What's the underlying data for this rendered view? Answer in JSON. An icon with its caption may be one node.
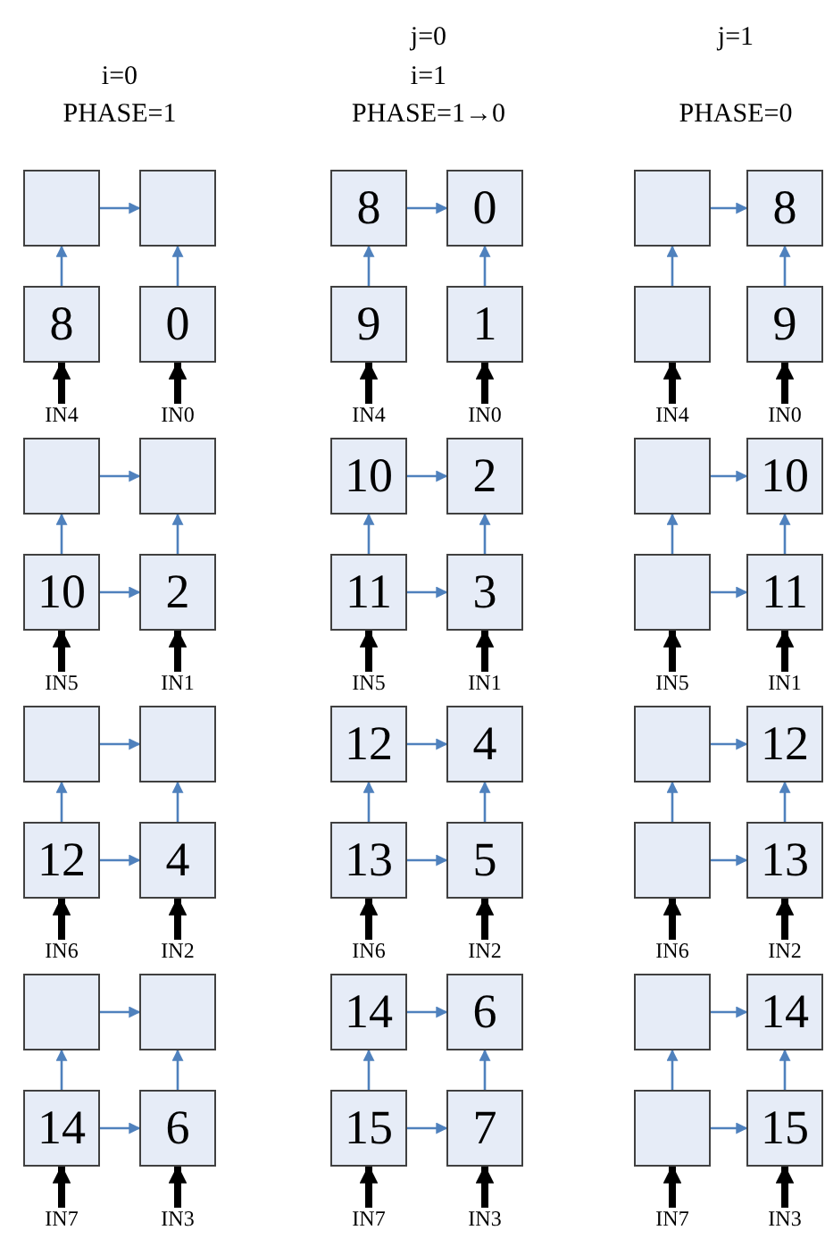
{
  "diagram": {
    "nodes": [
      {
        "text": [],
        "shape": "box"
      },
      {
        "text": [],
        "shape": "box"
      },
      {
        "text": [
          "8"
        ]
      },
      {
        "text": [
          "0"
        ]
      },
      {
        "text": [
          "IN4"
        ]
      },
      {
        "text": [
          "IN0"
        ]
      },
      {
        "text": [],
        "shape": "box"
      },
      {
        "text": [],
        "shape": "box"
      },
      {
        "text": [
          "10"
        ]
      },
      {
        "text": [
          "2"
        ]
      },
      {
        "text": [
          "IN5"
        ]
      },
      {
        "text": [
          "IN1"
        ]
      },
      {
        "text": [],
        "shape": "box"
      },
      {
        "text": [],
        "shape": "box"
      },
      {
        "text": [
          "12"
        ]
      },
      {
        "text": [
          "4"
        ]
      },
      {
        "text": [
          "IN6"
        ]
      },
      {
        "text": [
          "IN2"
        ]
      },
      {
        "text": [],
        "shape": "box"
      },
      {
        "text": [],
        "shape": "box"
      },
      {
        "text": [
          "14"
        ]
      },
      {
        "text": [
          "6"
        ]
      },
      {
        "text": [
          "IN7"
        ]
      },
      {
        "text": [
          "IN3"
        ]
      },
      {
        "text": [
          "8"
        ]
      },
      {
        "text": [
          "0"
        ]
      },
      {
        "text": [
          "9"
        ]
      },
      {
        "text": [
          "1"
        ]
      },
      {
        "text": [
          "IN4"
        ]
      },
      {
        "text": [
          "IN0"
        ]
      },
      {
        "text": [
          "10"
        ]
      },
      {
        "text": [
          "2"
        ]
      },
      {
        "text": [
          "11"
        ]
      },
      {
        "text": [
          "3"
        ]
      },
      {
        "text": [
          "IN5"
        ]
      },
      {
        "text": [
          "IN1"
        ]
      },
      {
        "text": [
          "12"
        ]
      },
      {
        "text": [
          "4"
        ]
      },
      {
        "text": [
          "13"
        ]
      },
      {
        "text": [
          "5"
        ]
      },
      {
        "text": [
          "IN6"
        ]
      },
      {
        "text": [
          "IN2"
        ]
      },
      {
        "text": [
          "14"
        ]
      },
      {
        "text": [
          "6"
        ]
      },
      {
        "text": [
          "15"
        ]
      },
      {
        "text": [
          "7"
        ]
      },
      {
        "text": [
          "IN7"
        ]
      },
      {
        "text": [
          "IN3"
        ]
      },
      {
        "text": [],
        "shape": "box"
      },
      {
        "text": [
          "8"
        ]
      },
      {
        "text": [],
        "shape": "box"
      },
      {
        "text": [
          "9"
        ]
      },
      {
        "text": [
          "IN4"
        ]
      },
      {
        "text": [
          "IN0"
        ]
      },
      {
        "text": [],
        "shape": "box"
      },
      {
        "text": [
          "10"
        ]
      },
      {
        "text": [],
        "shape": "box"
      },
      {
        "text": [
          "11"
        ]
      },
      {
        "text": [
          "IN5"
        ]
      },
      {
        "text": [
          "IN1"
        ]
      },
      {
        "text": [],
        "shape": "box"
      },
      {
        "text": [
          "12"
        ]
      },
      {
        "text": [],
        "shape": "box"
      },
      {
        "text": [
          "13"
        ]
      },
      {
        "text": [
          "IN6"
        ]
      },
      {
        "text": [
          "IN2"
        ]
      },
      {
        "text": [],
        "shape": "box"
      },
      {
        "text": [
          "14"
        ]
      },
      {
        "text": [],
        "shape": "box"
      },
      {
        "text": [
          "15"
        ]
      },
      {
        "text": [
          "IN7"
        ]
      },
      {
        "text": [
          "IN3"
        ]
      }
    ],
    "edges": [
      {
        "from": 0,
        "to": 1,
        "arrow": "to"
      },
      {
        "from": 2,
        "to": 0,
        "arrow": "to"
      },
      {
        "from": 3,
        "to": 1,
        "arrow": "to"
      },
      {
        "from": 4,
        "to": 2,
        "arrow": "to",
        "style": "thick",
        "color": "#000000"
      },
      {
        "from": 5,
        "to": 3,
        "arrow": "to",
        "style": "thick",
        "color": "#000000"
      },
      {
        "from": 6,
        "to": 7,
        "arrow": "to"
      },
      {
        "from": 8,
        "to": 6,
        "arrow": "to"
      },
      {
        "from": 9,
        "to": 7,
        "arrow": "to"
      },
      {
        "from": 8,
        "to": 9,
        "arrow": "to"
      },
      {
        "from": 10,
        "to": 8,
        "arrow": "to",
        "style": "thick",
        "color": "#000000"
      },
      {
        "from": 11,
        "to": 9,
        "arrow": "to",
        "style": "thick",
        "color": "#000000"
      },
      {
        "from": 12,
        "to": 13,
        "arrow": "to"
      },
      {
        "from": 14,
        "to": 12,
        "arrow": "to"
      },
      {
        "from": 15,
        "to": 13,
        "arrow": "to"
      },
      {
        "from": 14,
        "to": 15,
        "arrow": "to"
      },
      {
        "from": 16,
        "to": 14,
        "arrow": "to",
        "style": "thick",
        "color": "#000000"
      },
      {
        "from": 17,
        "to": 15,
        "arrow": "to",
        "style": "thick",
        "color": "#000000"
      },
      {
        "from": 18,
        "to": 19,
        "arrow": "to"
      },
      {
        "from": 20,
        "to": 18,
        "arrow": "to"
      },
      {
        "from": 21,
        "to": 19,
        "arrow": "to"
      },
      {
        "from": 20,
        "to": 21,
        "arrow": "to"
      },
      {
        "from": 22,
        "to": 20,
        "arrow": "to",
        "style": "thick",
        "color": "#000000"
      },
      {
        "from": 23,
        "to": 21,
        "arrow": "to",
        "style": "thick",
        "color": "#000000"
      },
      {
        "from": 24,
        "to": 25,
        "arrow": "to"
      },
      {
        "from": 26,
        "to": 24,
        "arrow": "to"
      },
      {
        "from": 27,
        "to": 25,
        "arrow": "to"
      },
      {
        "from": 28,
        "to": 26,
        "arrow": "to",
        "style": "thick",
        "color": "#000000"
      },
      {
        "from": 29,
        "to": 27,
        "arrow": "to",
        "style": "thick",
        "color": "#000000"
      },
      {
        "from": 30,
        "to": 31,
        "arrow": "to"
      },
      {
        "from": 32,
        "to": 30,
        "arrow": "to"
      },
      {
        "from": 33,
        "to": 31,
        "arrow": "to"
      },
      {
        "from": 32,
        "to": 33,
        "arrow": "to"
      },
      {
        "from": 34,
        "to": 32,
        "arrow": "to",
        "style": "thick",
        "color": "#000000"
      },
      {
        "from": 35,
        "to": 33,
        "arrow": "to",
        "style": "thick",
        "color": "#000000"
      },
      {
        "from": 36,
        "to": 37,
        "arrow": "to"
      },
      {
        "from": 38,
        "to": 36,
        "arrow": "to"
      },
      {
        "from": 39,
        "to": 37,
        "arrow": "to"
      },
      {
        "from": 38,
        "to": 39,
        "arrow": "to"
      },
      {
        "from": 40,
        "to": 38,
        "arrow": "to",
        "style": "thick",
        "color": "#000000"
      },
      {
        "from": 41,
        "to": 39,
        "arrow": "to",
        "style": "thick",
        "color": "#000000"
      },
      {
        "from": 42,
        "to": 43,
        "arrow": "to"
      },
      {
        "from": 44,
        "to": 42,
        "arrow": "to"
      },
      {
        "from": 45,
        "to": 43,
        "arrow": "to"
      },
      {
        "from": 44,
        "to": 45,
        "arrow": "to"
      },
      {
        "from": 46,
        "to": 44,
        "arrow": "to",
        "style": "thick",
        "color": "#000000"
      },
      {
        "from": 47,
        "to": 45,
        "arrow": "to",
        "style": "thick",
        "color": "#000000"
      },
      {
        "from": 48,
        "to": 49,
        "arrow": "to"
      },
      {
        "from": 50,
        "to": 48,
        "arrow": "to"
      },
      {
        "from": 51,
        "to": 49,
        "arrow": "to"
      },
      {
        "from": 52,
        "to": 50,
        "arrow": "to",
        "style": "thick",
        "color": "#000000"
      },
      {
        "from": 53,
        "to": 51,
        "arrow": "to",
        "style": "thick",
        "color": "#000000"
      },
      {
        "from": 54,
        "to": 55,
        "arrow": "to"
      },
      {
        "from": 56,
        "to": 54,
        "arrow": "to"
      },
      {
        "from": 57,
        "to": 55,
        "arrow": "to"
      },
      {
        "from": 56,
        "to": 57,
        "arrow": "to"
      },
      {
        "from": 58,
        "to": 56,
        "arrow": "to",
        "style": "thick",
        "color": "#000000"
      },
      {
        "from": 59,
        "to": 57,
        "arrow": "to",
        "style": "thick",
        "color": "#000000"
      },
      {
        "from": 60,
        "to": 61,
        "arrow": "to"
      },
      {
        "from": 62,
        "to": 60,
        "arrow": "to"
      },
      {
        "from": 63,
        "to": 61,
        "arrow": "to"
      },
      {
        "from": 62,
        "to": 63,
        "arrow": "to"
      },
      {
        "from": 64,
        "to": 62,
        "arrow": "to",
        "style": "thick",
        "color": "#000000"
      },
      {
        "from": 65,
        "to": 63,
        "arrow": "to",
        "style": "thick",
        "color": "#000000"
      },
      {
        "from": 66,
        "to": 67,
        "arrow": "to"
      },
      {
        "from": 68,
        "to": 66,
        "arrow": "to"
      },
      {
        "from": 69,
        "to": 67,
        "arrow": "to"
      },
      {
        "from": 68,
        "to": 69,
        "arrow": "to"
      },
      {
        "from": 70,
        "to": 68,
        "arrow": "to",
        "style": "thick",
        "color": "#000000"
      },
      {
        "from": 71,
        "to": 69,
        "arrow": "to",
        "style": "thick",
        "color": "#000000"
      }
    ],
    "labels": [
      "j=0",
      "j=1",
      "i=0",
      "i=1",
      "PHASE=1",
      "PHASE=1→0",
      "PHASE=0"
    ]
  }
}
